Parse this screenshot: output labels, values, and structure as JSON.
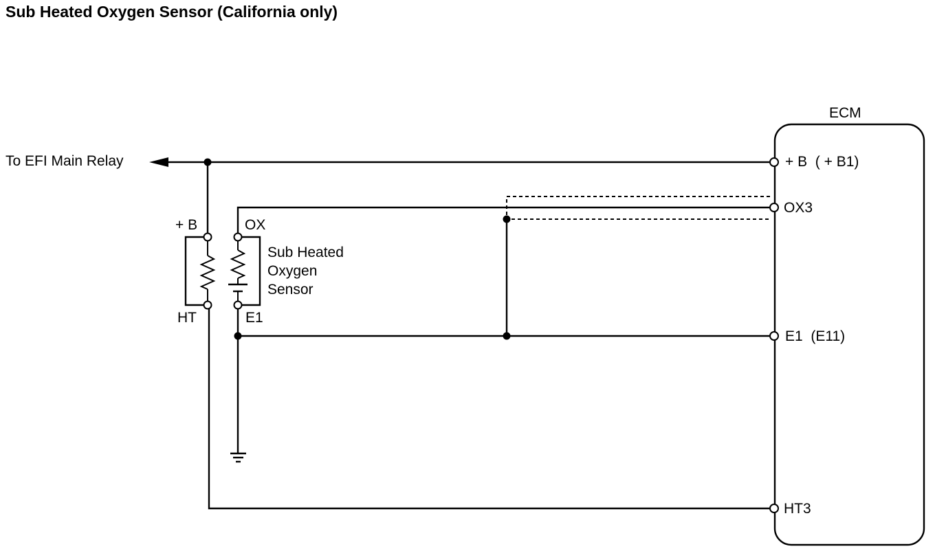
{
  "title": "Sub Heated Oxygen Sensor (California only)",
  "relay_label": "To EFI Main Relay",
  "ecm": {
    "label": "ECM",
    "terminals": [
      "+ B  ( + B1)",
      "OX3",
      "E1  (E11)",
      "HT3"
    ]
  },
  "sensor": {
    "name_lines": [
      "Sub Heated",
      "Oxygen",
      "Sensor"
    ],
    "pins": {
      "plus_b": "+ B",
      "ox": "OX",
      "ht": "HT",
      "e1": "E1"
    }
  }
}
